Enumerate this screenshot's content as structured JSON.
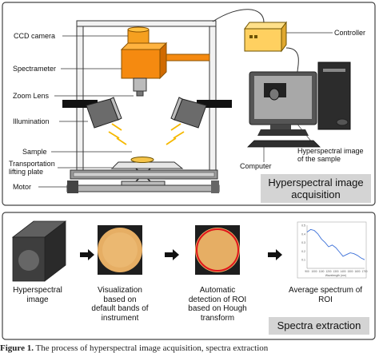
{
  "top_panel": {
    "labels": {
      "ccd_camera": "CCD  camera",
      "spectrometer": "Spectrameter",
      "zoom_lens": "Zoom Lens",
      "illumination": "Illumination",
      "sample": "Sample",
      "transportation": "Transportation",
      "lifting_plate": "lifting plate",
      "motor": "Motor",
      "controller": "Controller",
      "computer": "Computer",
      "hsi_line1": "Hyperspectral image",
      "hsi_line2": "of the sample"
    },
    "title_line1": "Hyperspectral image",
    "title_line2": "acquisition"
  },
  "bottom_panel": {
    "steps": [
      {
        "line1": "Hyperspectral",
        "line2": "image",
        "line3": "",
        "line4": ""
      },
      {
        "line1": "Visualization",
        "line2": "based on",
        "line3": "default bands of",
        "line4": "instrument"
      },
      {
        "line1": "Automatic",
        "line2": "detection of ROI",
        "line3": "based on Hough",
        "line4": "transform"
      },
      {
        "line1": "Average spectrum of",
        "line2": "ROI",
        "line3": "",
        "line4": ""
      }
    ],
    "title": "Spectra extraction",
    "mini_chart": {
      "y_ticks": [
        "0.5",
        "0.4",
        "0.3",
        "0.2",
        "0.1"
      ],
      "x_ticks": [
        "900",
        "1000",
        "1100",
        "1200",
        "1300",
        "1400",
        "1500",
        "1600",
        "1700"
      ],
      "x_label": "Wavelength (nm)"
    }
  },
  "chart_data": {
    "type": "line",
    "x": [
      900,
      950,
      1000,
      1050,
      1100,
      1150,
      1200,
      1250,
      1300,
      1350,
      1400,
      1450,
      1500,
      1550,
      1600,
      1650,
      1700
    ],
    "series": [
      {
        "values": [
          0.42,
          0.45,
          0.44,
          0.4,
          0.34,
          0.3,
          0.25,
          0.27,
          0.24,
          0.19,
          0.14,
          0.16,
          0.18,
          0.17,
          0.15,
          0.12,
          0.1
        ]
      }
    ],
    "xlim": [
      900,
      1700
    ],
    "ylim": [
      0,
      0.5
    ]
  },
  "caption": {
    "figure": "Figure 1.",
    "text": " The process of hyperspectral image acquisition, spectra extraction"
  }
}
